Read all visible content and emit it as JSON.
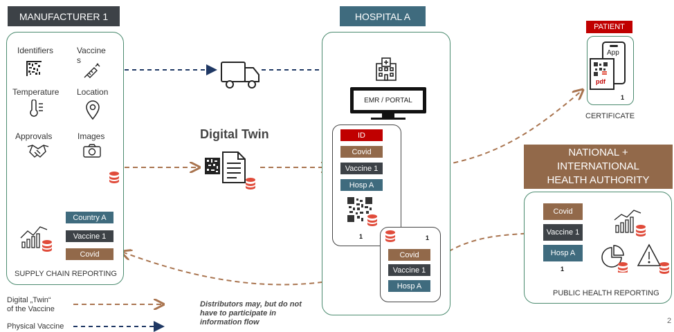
{
  "manufacturer": {
    "title": "MANUFACTURER 1",
    "items": {
      "identifiers": "Identifiers",
      "vaccines": "Vaccine\ns",
      "temperature": "Temperature",
      "location": "Location",
      "approvals": "Approvals",
      "images": "Images"
    },
    "tags": [
      "Country A",
      "Vaccine 1",
      "Covid"
    ],
    "footer": "SUPPLY CHAIN REPORTING"
  },
  "hospital": {
    "title": "HOSPITAL A",
    "monitor": "EMR / PORTAL",
    "record_tags": [
      "ID",
      "Covid",
      "Vaccine 1",
      "Hosp A"
    ],
    "record_num": "1",
    "sub_tags": [
      "Covid",
      "Vaccine 1",
      "Hosp A"
    ],
    "sub_num": "1"
  },
  "digital_twin": "Digital Twin",
  "patient": {
    "title": "PATIENT",
    "app": "App",
    "pdf": "pdf",
    "num": "1",
    "certificate": "CERTIFICATE"
  },
  "authority": {
    "title": "NATIONAL +\nINTERNATIONAL\nHEALTH AUTHORITY",
    "tags": [
      "Covid",
      "Vaccine 1",
      "Hosp A"
    ],
    "num": "1",
    "footer": "PUBLIC HEALTH REPORTING"
  },
  "legend": {
    "digital": "Digital „Twin“\nof the Vaccine",
    "physical": "Physical Vaccine"
  },
  "note": "Distributors may, but do not\nhave to participate in\ninformation flow",
  "page_number": "2",
  "colors": {
    "header_dark": "#3d4247",
    "header_teal": "#3f6b7e",
    "brown": "#92694a",
    "red": "#c00000",
    "panel_border": "#4a8a6e",
    "digital_arrow": "#a9744f",
    "physical_arrow": "#1f3864"
  }
}
